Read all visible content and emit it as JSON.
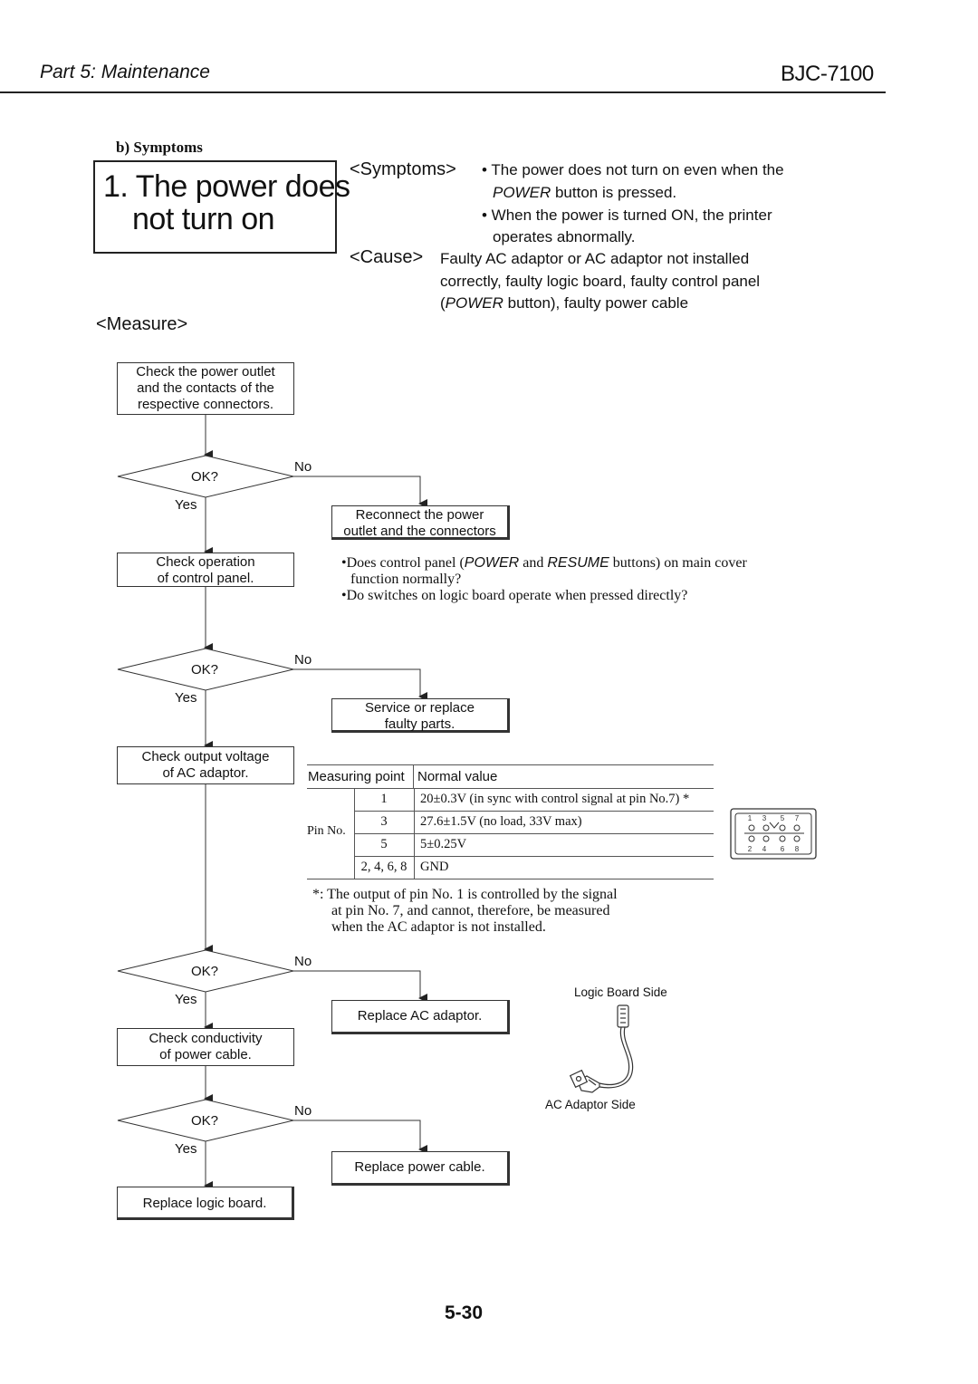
{
  "header": {
    "part": "Part 5: Maintenance",
    "model": "BJC-7100"
  },
  "section_label": "b) Symptoms",
  "title": {
    "line1": "1. The power does",
    "line2": "not turn on"
  },
  "symptoms": {
    "tag": "<Symptoms>",
    "item1a": "• The power does not turn on even when the",
    "item1b_em": "POWER",
    "item1b_rest": " button is pressed.",
    "item2a": "• When the power is turned ON, the printer",
    "item2b": "operates abnormally."
  },
  "cause": {
    "tag": "<Cause>",
    "line1": "Faulty AC adaptor or AC adaptor not installed",
    "line2": "correctly, faulty logic board, faulty control panel",
    "line3_open": "(",
    "line3_em": "POWER",
    "line3_rest": " button), faulty power cable"
  },
  "measure_label": "<Measure>",
  "flow": {
    "step1": [
      "Check the power outlet",
      "and the contacts of the",
      "respective connectors."
    ],
    "decision": "OK?",
    "yes": "Yes",
    "no": "No",
    "fix1": [
      "Reconnect the power",
      "outlet and the connectors"
    ],
    "step2": [
      "Check operation",
      "of control panel."
    ],
    "fix2": [
      "Service or replace",
      "faulty parts."
    ],
    "step3": [
      "Check output voltage",
      "of AC adaptor."
    ],
    "fix3": "Replace AC adaptor.",
    "step4": [
      "Check conductivity",
      "of power cable."
    ],
    "fix4": "Replace power cable.",
    "final": "Replace logic board."
  },
  "notes": {
    "n1a": "•Does control panel (",
    "n1_power": "POWER",
    "n1_and": " and ",
    "n1_resume": "RESUME",
    "n1b": " buttons) on main cover",
    "n1c": "function normally?",
    "n2": "•Do switches on logic board operate when pressed directly?"
  },
  "measure_table": {
    "headers": [
      "Measuring point",
      "Normal value"
    ],
    "group_label": "Pin No.",
    "rows": [
      {
        "pin": "1",
        "value": "20±0.3V (in sync with control signal at pin No.7) *"
      },
      {
        "pin": "3",
        "value": "27.6±1.5V (no load, 33V max)"
      },
      {
        "pin": "5",
        "value": "5±0.25V"
      },
      {
        "pin": "2, 4, 6, 8",
        "value": "GND"
      }
    ]
  },
  "connector_pins": {
    "top": [
      "1",
      "3",
      "5",
      "7"
    ],
    "bottom": [
      "2",
      "4",
      "6",
      "8"
    ]
  },
  "footnote": [
    "*:  The output of pin No. 1 is controlled by the signal",
    "at pin No. 7, and cannot, therefore, be measured",
    "when the AC adaptor is not installed."
  ],
  "cable": {
    "top_label": "Logic Board Side",
    "bottom_label": "AC Adaptor Side"
  },
  "page_number": "5-30"
}
